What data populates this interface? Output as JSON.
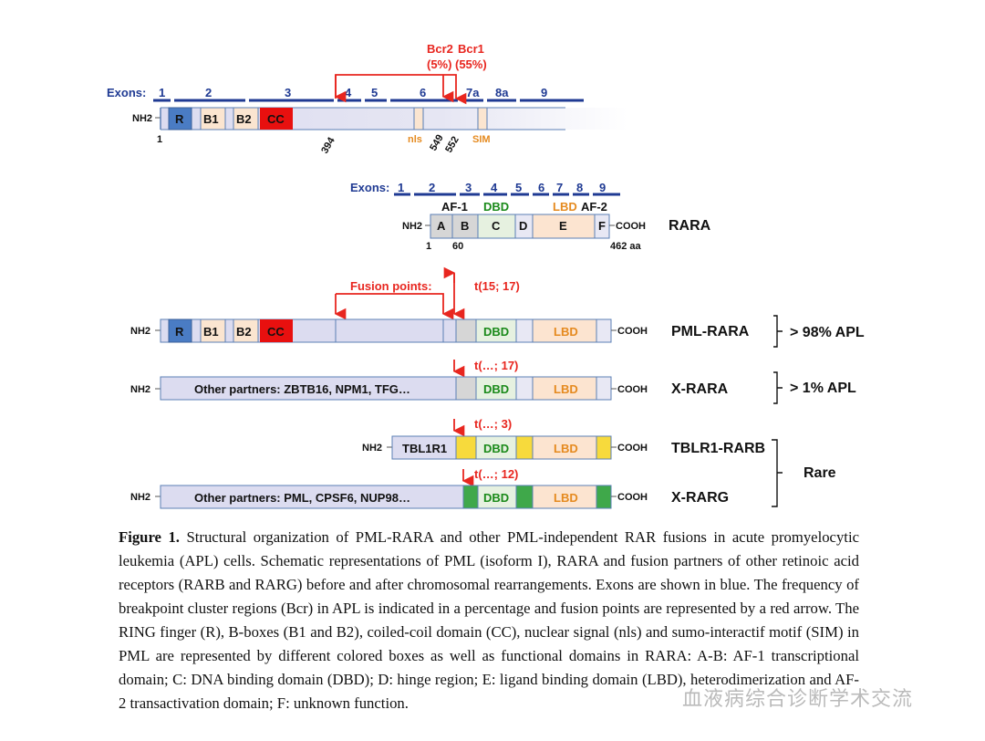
{
  "pml": {
    "exons_label": "Exons:",
    "exons": [
      "1",
      "2",
      "3",
      "4",
      "5",
      "6",
      "7a",
      "8a",
      "9"
    ],
    "bcr2": "Bcr2",
    "bcr2_pct": "(5%)",
    "bcr1": "Bcr1",
    "bcr1_pct": "(55%)",
    "nterm": "NH2",
    "domains": {
      "r": "R",
      "b1": "B1",
      "b2": "B2",
      "cc": "CC"
    },
    "pos_start": "1",
    "pos_394": "394",
    "pos_549": "549",
    "pos_552": "552",
    "nls": "nls",
    "sim": "SIM"
  },
  "rara": {
    "exons_label": "Exons:",
    "exons": [
      "1",
      "2",
      "3",
      "4",
      "5",
      "6",
      "7",
      "8",
      "9"
    ],
    "af1": "AF-1",
    "dbd": "DBD",
    "lbd": "LBD",
    "af2": "AF-2",
    "nterm": "NH2",
    "cterm": "COOH",
    "domains": {
      "a": "A",
      "b": "B",
      "c": "C",
      "d": "D",
      "e": "E",
      "f": "F"
    },
    "pos_1": "1",
    "pos_60": "60",
    "pos_end": "462 aa",
    "name": "RARA"
  },
  "fusions": {
    "fusion_points": "Fusion points:",
    "t15_17": "t(15; 17)",
    "t_x_17": "t(…; 17)",
    "t_x_3": "t(…; 3)",
    "t_x_12": "t(…; 12)",
    "nterm": "NH2",
    "cterm": "COOH",
    "dbd": "DBD",
    "lbd": "LBD",
    "pml_rara": {
      "name": "PML-RARA",
      "freq": "> 98% APL",
      "r": "R",
      "b1": "B1",
      "b2": "B2",
      "cc": "CC"
    },
    "x_rara": {
      "name": "X-RARA",
      "freq": "> 1% APL",
      "partners": "Other partners: ZBTB16, NPM1, TFG…"
    },
    "tblr1_rarb": {
      "name": "TBLR1-RARB",
      "partner": "TBL1R1"
    },
    "x_rarg": {
      "name": "X-RARG",
      "partners": "Other partners: PML, CPSF6, NUP98…"
    },
    "rare": "Rare"
  },
  "caption": {
    "label": "Figure 1.",
    "text": " Structural organization of PML-RARA and other PML-independent RAR fusions in acute promyelocytic leukemia (APL) cells.  Schematic representations of PML (isoform I), RARA and fusion partners of other retinoic acid receptors (RARB and RARG) before and after chromosomal rearrangements. Exons are shown in blue. The frequency of breakpoint cluster regions (Bcr) in APL is indicated in a percentage and fusion points are represented by a red arrow. The RING finger (R), B-boxes (B1 and B2), coiled-coil domain (CC), nuclear signal (nls) and sumo-interactif motif (SIM) in PML are represented by different colored boxes as well as functional domains in RARA: A-B: AF-1 transcriptional domain; C: DNA binding domain (DBD); D: hinge region; E: ligand binding domain (LBD), heterodimerization and AF-2 transactivation domain; F: unknown function."
  },
  "watermark": "血液病综合诊断学术交流",
  "colors": {
    "exon_blue": "#1f3a93",
    "box_fill": "#dcdcf0",
    "box_stroke": "#5b7fb5",
    "ring_blue": "#4a7cc4",
    "bbox": "#fbe5d0",
    "cc_red": "#e8100f",
    "arrow_red": "#e8261f",
    "dbd_fill": "#e6f1e0",
    "lbd_fill": "#fce4d0",
    "rarb_yellow": "#f7da3c",
    "rarg_green": "#3fa84a",
    "grey_dom": "#d6d6d6"
  }
}
